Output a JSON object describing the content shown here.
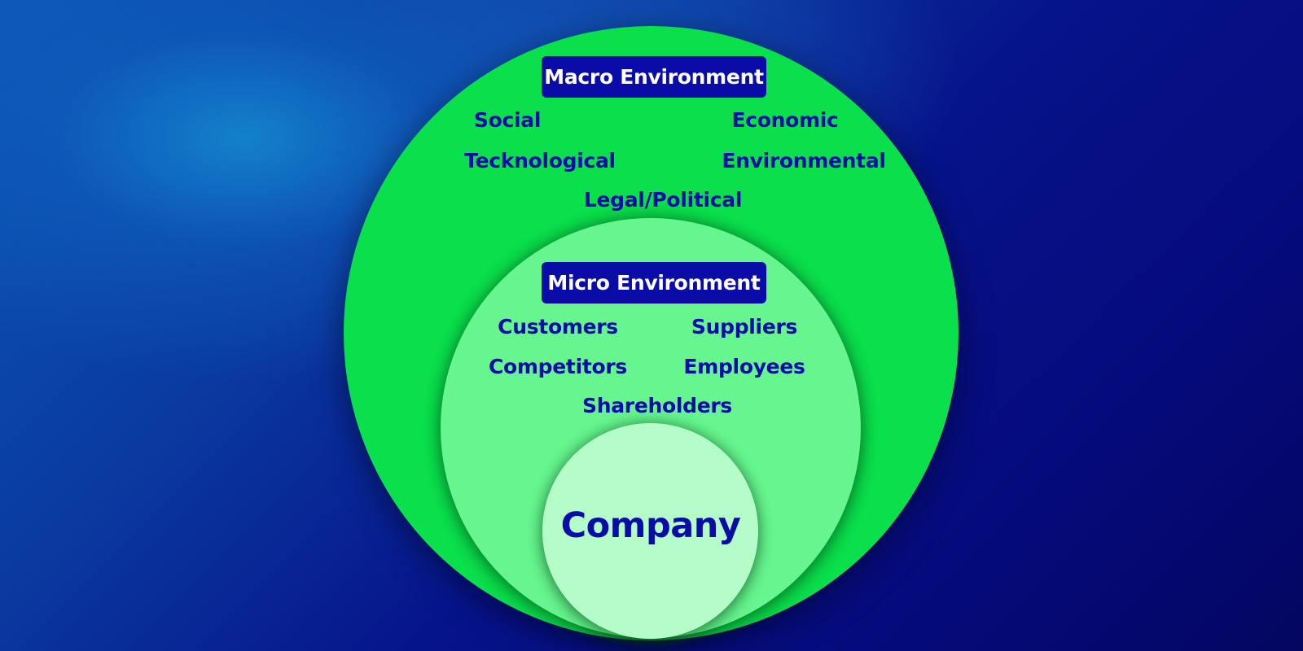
{
  "macro": {
    "title": "Macro Environment",
    "factors": [
      "Social",
      "Economic",
      "Tecknological",
      "Environmental",
      "Legal/Political"
    ]
  },
  "micro": {
    "title": "Micro Environment",
    "factors": [
      "Customers",
      "Suppliers",
      "Competitors",
      "Employees",
      "Shareholders"
    ]
  },
  "company": {
    "label": "Company"
  },
  "colors": {
    "macro_circle": "#0ae04c",
    "micro_circle": "#66f58f",
    "company_circle": "#b4fcc8",
    "text": "#0a0ca8",
    "title_bg": "#0a0ca8"
  }
}
